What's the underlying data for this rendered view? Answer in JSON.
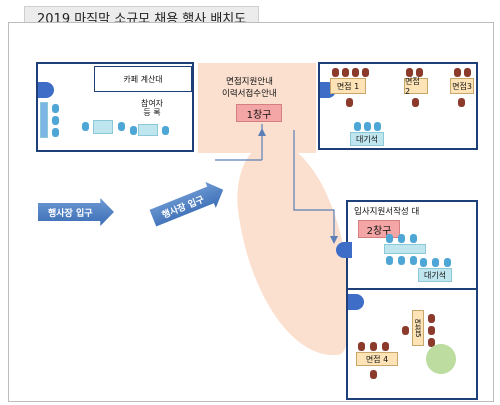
{
  "title": "2019 마직막 소규모 채용 행사 배치도",
  "labels": {
    "cafe": "카페 계산대",
    "register": "참여자 등 록",
    "guide1": "면접지원안내",
    "guide2": "이력서접수안내",
    "window1": "1창구",
    "interview1": "면접 1",
    "interview2": "면접 2",
    "interview3": "면접3",
    "waiting1": "대기석",
    "resume_desk": "입사지원서작성 대",
    "window2": "2창구",
    "waiting2": "대기석",
    "interview5": "면접5",
    "interview4": "면접 4",
    "entrance1": "행사장 입구",
    "entrance2": "행사장 입구"
  },
  "colors": {
    "wall": "#1f3f78",
    "path": "#fbe0cf",
    "window": "#f4a6a6",
    "nameplate": "#fde3b5",
    "table": "#bfe6ef",
    "arrow": "#3b6db5",
    "chair_brown": "#8b3a2b",
    "chair_blue": "#4ea6d6"
  }
}
